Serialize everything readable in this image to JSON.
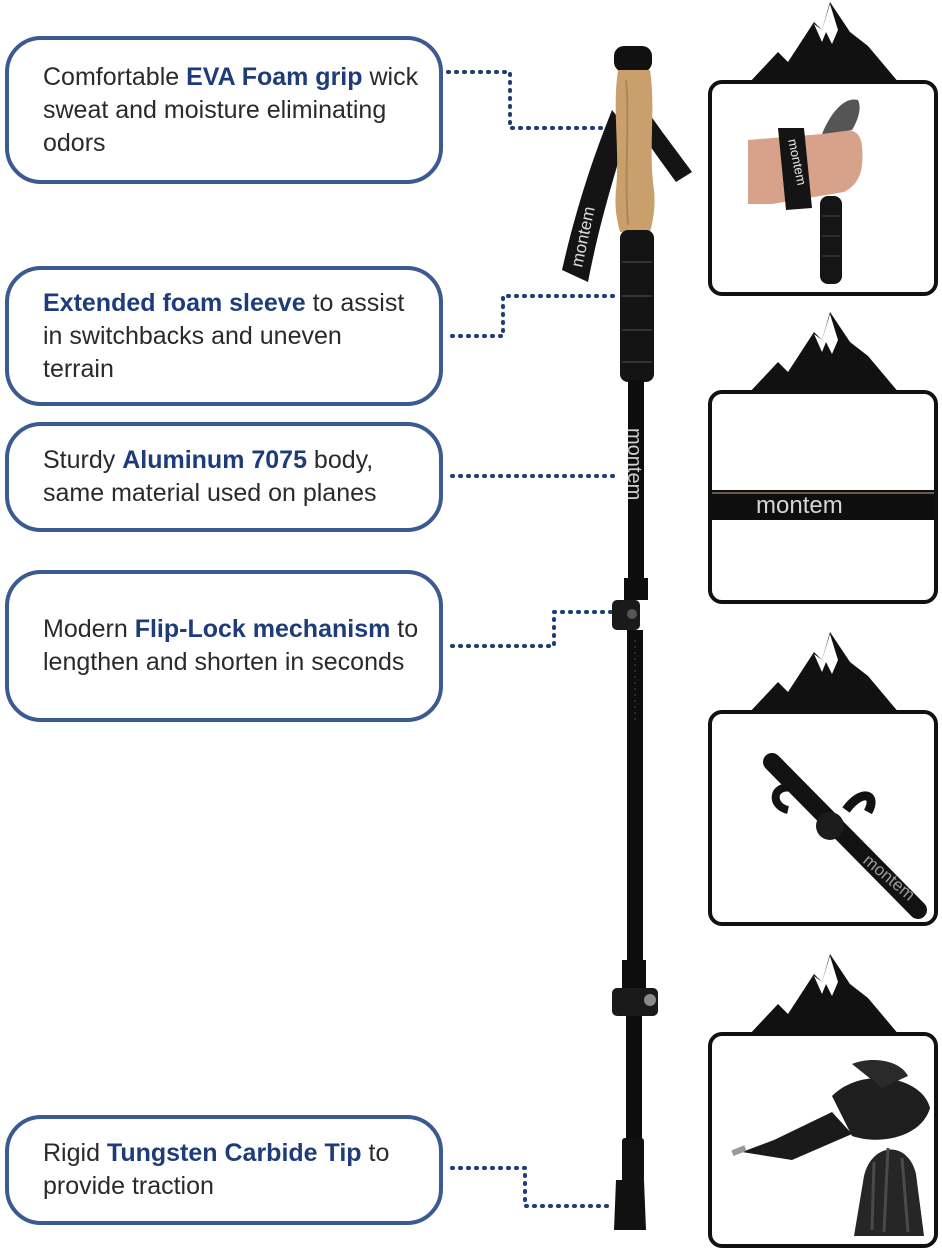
{
  "callouts": [
    {
      "pre": "Comfortable ",
      "highlight": "EVA Foam grip",
      "post": " wick sweat and moisture eliminating odors"
    },
    {
      "pre": "",
      "highlight": "Extended foam sleeve",
      "post": " to assist in switchbacks and uneven terrain"
    },
    {
      "pre": "Sturdy ",
      "highlight": "Aluminum 7075",
      "post": " body, same material used on planes"
    },
    {
      "pre": "Modern ",
      "highlight": "Flip-Lock mechanism",
      "post": " to lengthen and shorten in seconds"
    },
    {
      "pre": "Rigid ",
      "highlight": "Tungsten Carbide Tip",
      "post": " to provide traction"
    }
  ],
  "brand": "montem",
  "colors": {
    "callout_border": "#3c5a92",
    "highlight_text": "#1f3c7a",
    "dotted_line": "#1f3c7a",
    "pole": "#0d0d0d",
    "cork": "#c9a06b"
  }
}
